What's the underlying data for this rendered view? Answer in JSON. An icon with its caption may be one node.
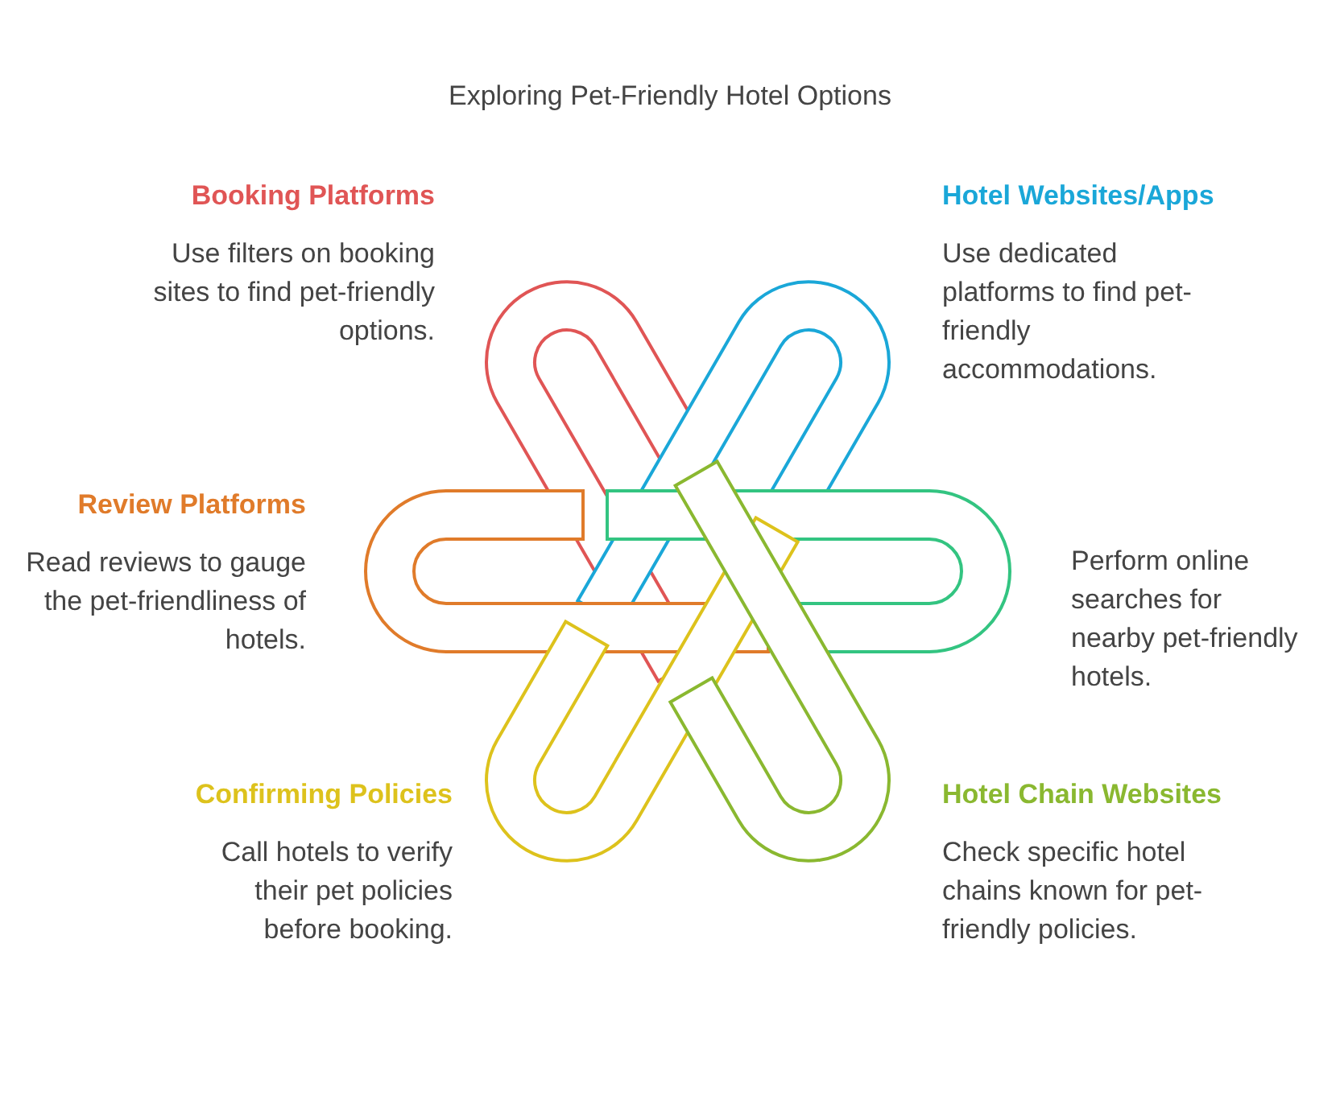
{
  "diagram": {
    "title": "Exploring Pet-Friendly Hotel Options",
    "nodes": [
      {
        "text": [
          "Booking Platforms",
          "Use filters on booking sites to find pet-friendly options."
        ]
      },
      {
        "text": [
          "Hotel Websites/Apps",
          "Use dedicated platforms to find pet-friendly accommodations."
        ]
      },
      {
        "text": [
          "Review Platforms",
          "Read reviews to gauge the pet-friendliness of hotels."
        ]
      },
      {
        "text": [
          "Perform online searches for nearby pet-friendly hotels."
        ]
      },
      {
        "text": [
          "Confirming Policies",
          "Call hotels to verify their pet policies before booking."
        ]
      },
      {
        "text": [
          "Hotel Chain Websites",
          "Check specific hotel chains known for pet-friendly policies."
        ]
      }
    ]
  }
}
